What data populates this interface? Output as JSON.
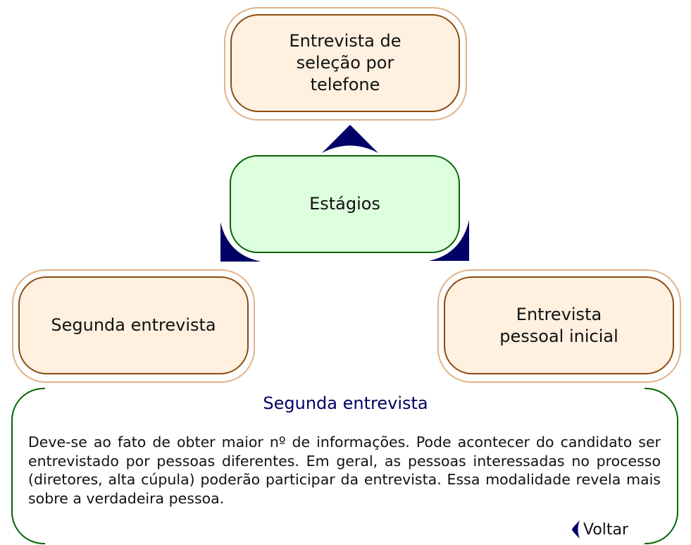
{
  "nodes": {
    "top": "Entrevista de seleção por telefone",
    "center": "Estágios",
    "left": "Segunda entrevista",
    "right": "Entrevista pessoal inicial"
  },
  "panel": {
    "title": "Segunda entrevista",
    "text": "Deve-se ao fato de obter maior nº de informações. Pode acontecer do candidato ser entrevistado por pessoas diferentes. Em geral, as pessoas interessadas no processo (diretores, alta cúpula) poderão participar da entrevista. Essa modalidade revela mais sobre a verdadeira pessoa.",
    "back_label": "Voltar"
  },
  "colors": {
    "arrow": "#000066",
    "accent": "#006600",
    "node_border": "#8b4a0e"
  }
}
